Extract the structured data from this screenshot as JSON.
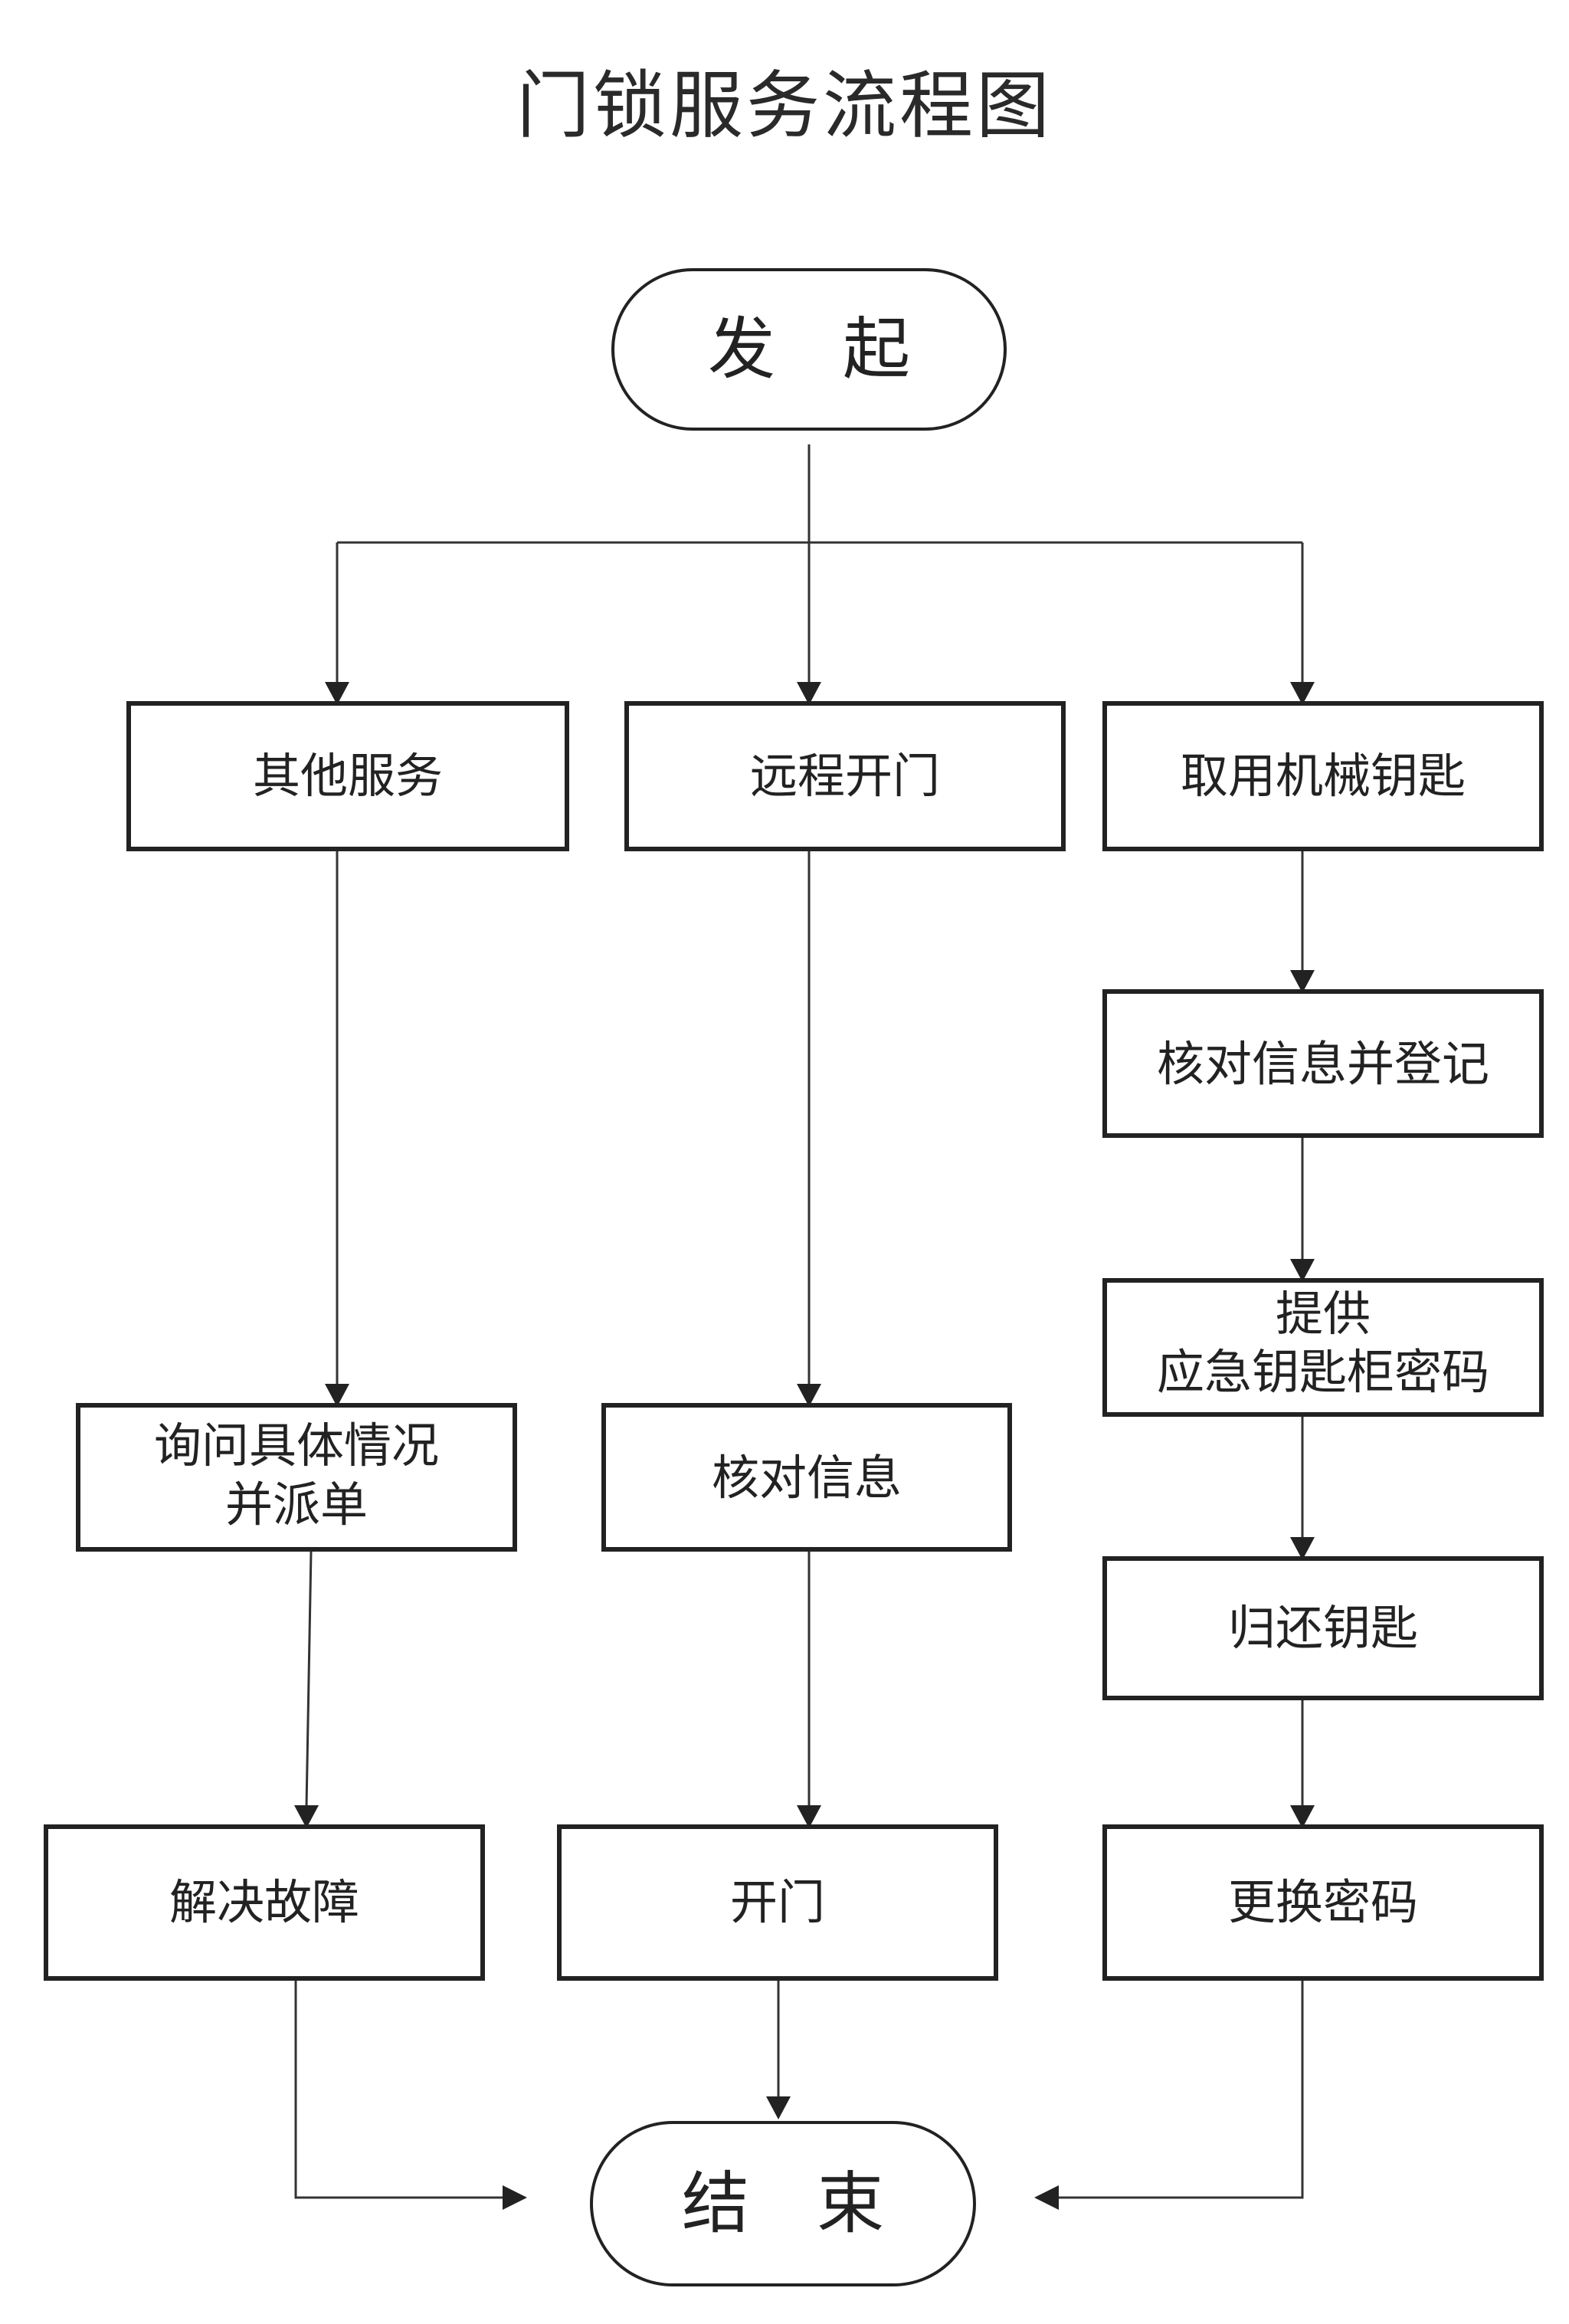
{
  "title": "门锁服务流程图",
  "nodes": {
    "start": "发　起",
    "other_service": "其他服务",
    "remote_open": "远程开门",
    "take_key": "取用机械钥匙",
    "verify_register": "核对信息并登记",
    "provide_password_line1": "提供",
    "provide_password_line2": "应急钥匙柜密码",
    "inquire_line1": "询问具体情况",
    "inquire_line2": "并派单",
    "verify_info": "核对信息",
    "return_key": "归还钥匙",
    "fix_fault": "解决故障",
    "open_door": "开门",
    "change_password": "更换密码",
    "end": "结　束"
  }
}
